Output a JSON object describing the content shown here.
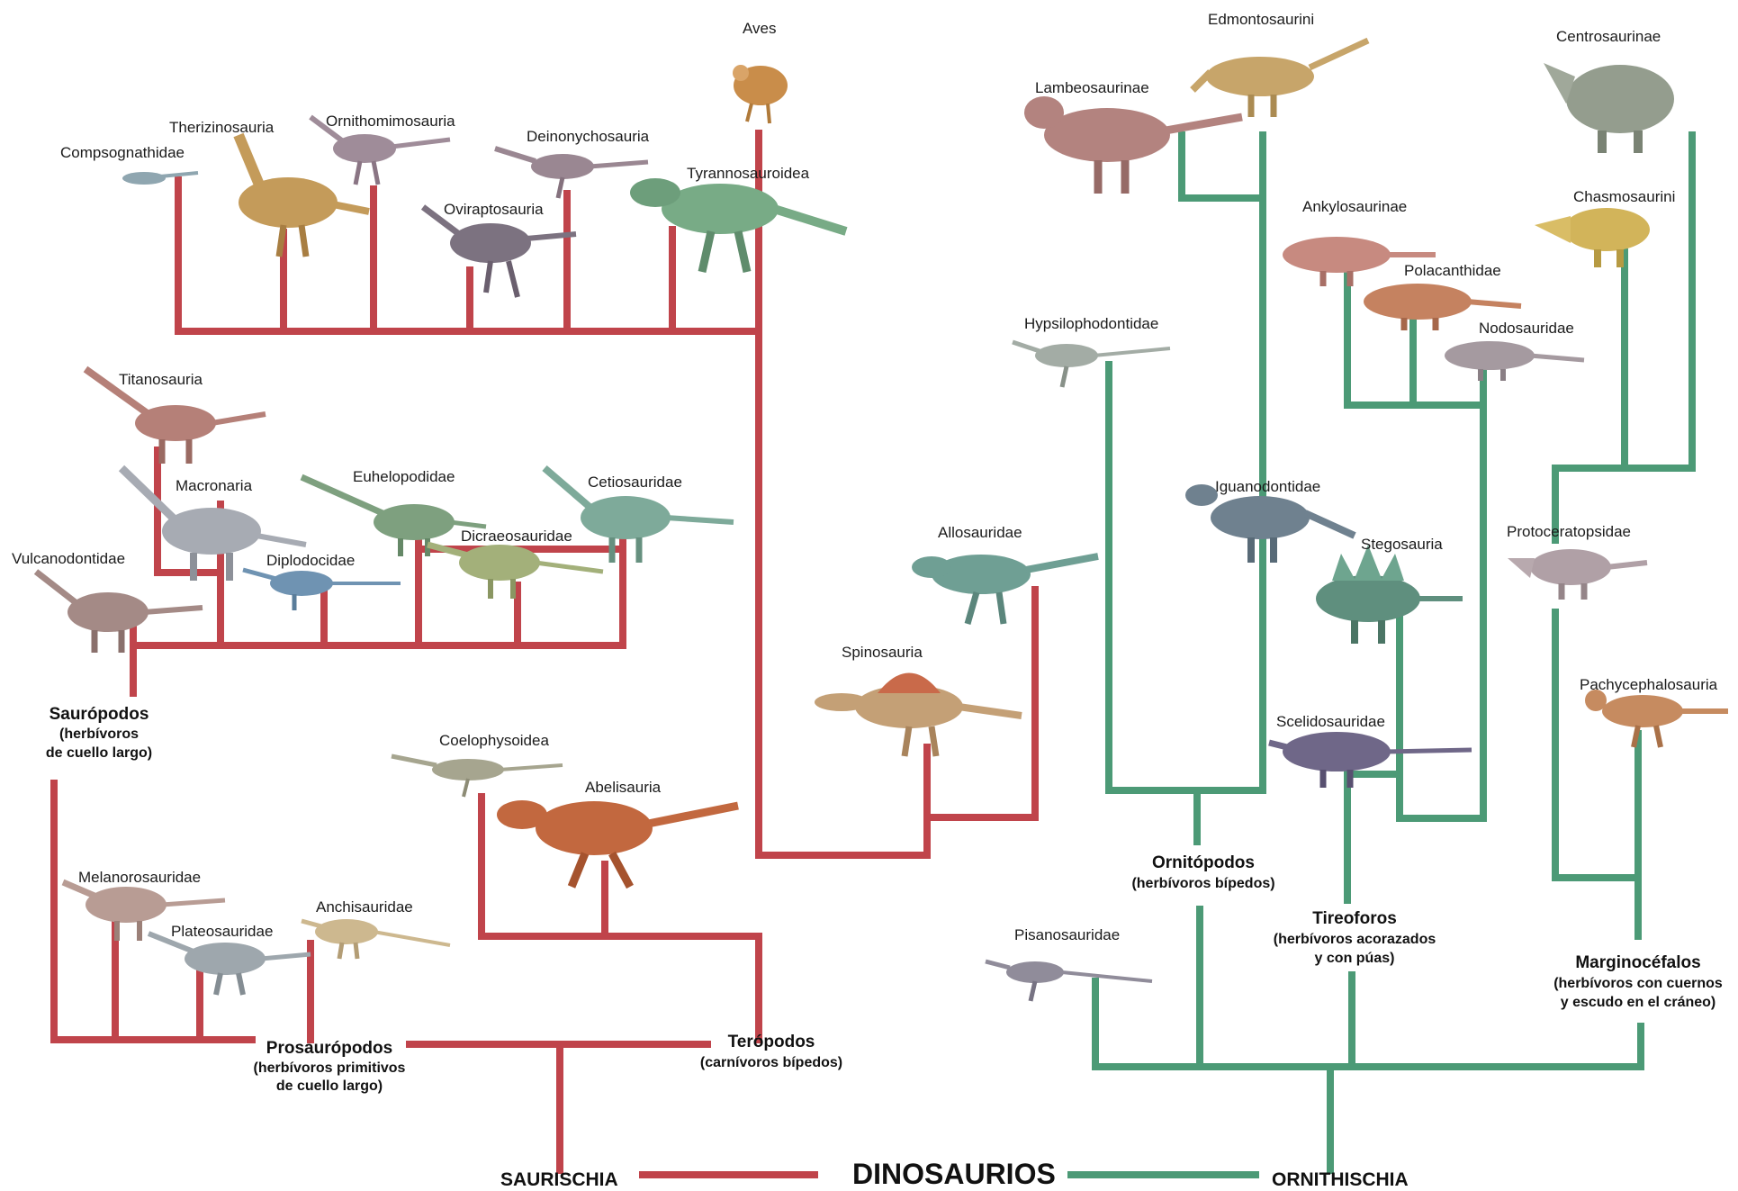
{
  "title": "DINOSAURIOS",
  "roots": {
    "left": "SAURISCHIA",
    "right": "ORNITHISCHIA"
  },
  "colors": {
    "saurischia": "#c0444b",
    "ornithischia": "#4c9a76"
  },
  "groups": {
    "sauropodos": {
      "name": "Saurópodos",
      "desc1": "(herbívoros",
      "desc2": "de cuello largo)"
    },
    "prosauropodos": {
      "name": "Prosaurópodos",
      "desc1": "(herbívoros primitivos",
      "desc2": "de cuello largo)"
    },
    "teropodos": {
      "name": "Terópodos",
      "desc1": "(carnívoros bípedos)"
    },
    "ornitopodos": {
      "name": "Ornitópodos",
      "desc1": "(herbívoros bípedos)"
    },
    "tireoforos": {
      "name": "Tireoforos",
      "desc1": "(herbívoros acorazados",
      "desc2": "y con púas)"
    },
    "marginocefalos": {
      "name": "Marginocéfalos",
      "desc1": "(herbívoros con cuernos",
      "desc2": "y escudo en el cráneo)"
    }
  },
  "taxa": {
    "aves": "Aves",
    "compsognathidae": "Compsognathidae",
    "therizinosauria": "Therizinosauria",
    "ornithomimosauria": "Ornithomimosauria",
    "deinonychosauria": "Deinonychosauria",
    "oviraptosauria": "Oviraptosauria",
    "tyrannosauroidea": "Tyrannosauroidea",
    "titanosauria": "Titanosauria",
    "macronaria": "Macronaria",
    "euhelopodidae": "Euhelopodidae",
    "cetiosauridae": "Cetiosauridae",
    "dicraeosauridae": "Dicraeosauridae",
    "diplodocidae": "Diplodocidae",
    "vulcanodontidae": "Vulcanodontidae",
    "coelophysoidea": "Coelophysoidea",
    "abelisauria": "Abelisauria",
    "allosauridae": "Allosauridae",
    "spinosauria": "Spinosauria",
    "melanorosauridae": "Melanorosauridae",
    "plateosauridae": "Plateosauridae",
    "anchisauridae": "Anchisauridae",
    "edmontosaurini": "Edmontosaurini",
    "lambeosaurinae": "Lambeosaurinae",
    "centrosaurinae": "Centrosaurinae",
    "ankylosaurinae": "Ankylosaurinae",
    "chasmosaurini": "Chasmosaurini",
    "polacanthidae": "Polacanthidae",
    "hypsilophodontidae": "Hypsilophodontidae",
    "nodosauridae": "Nodosauridae",
    "iguanodontidae": "Iguanodontidae",
    "stegosauria": "Stegosauria",
    "protoceratopsidae": "Protoceratopsidae",
    "pachycephalosauria": "Pachycephalosauria",
    "scelidosauridae": "Scelidosauridae",
    "pisanosauridae": "Pisanosauridae"
  }
}
